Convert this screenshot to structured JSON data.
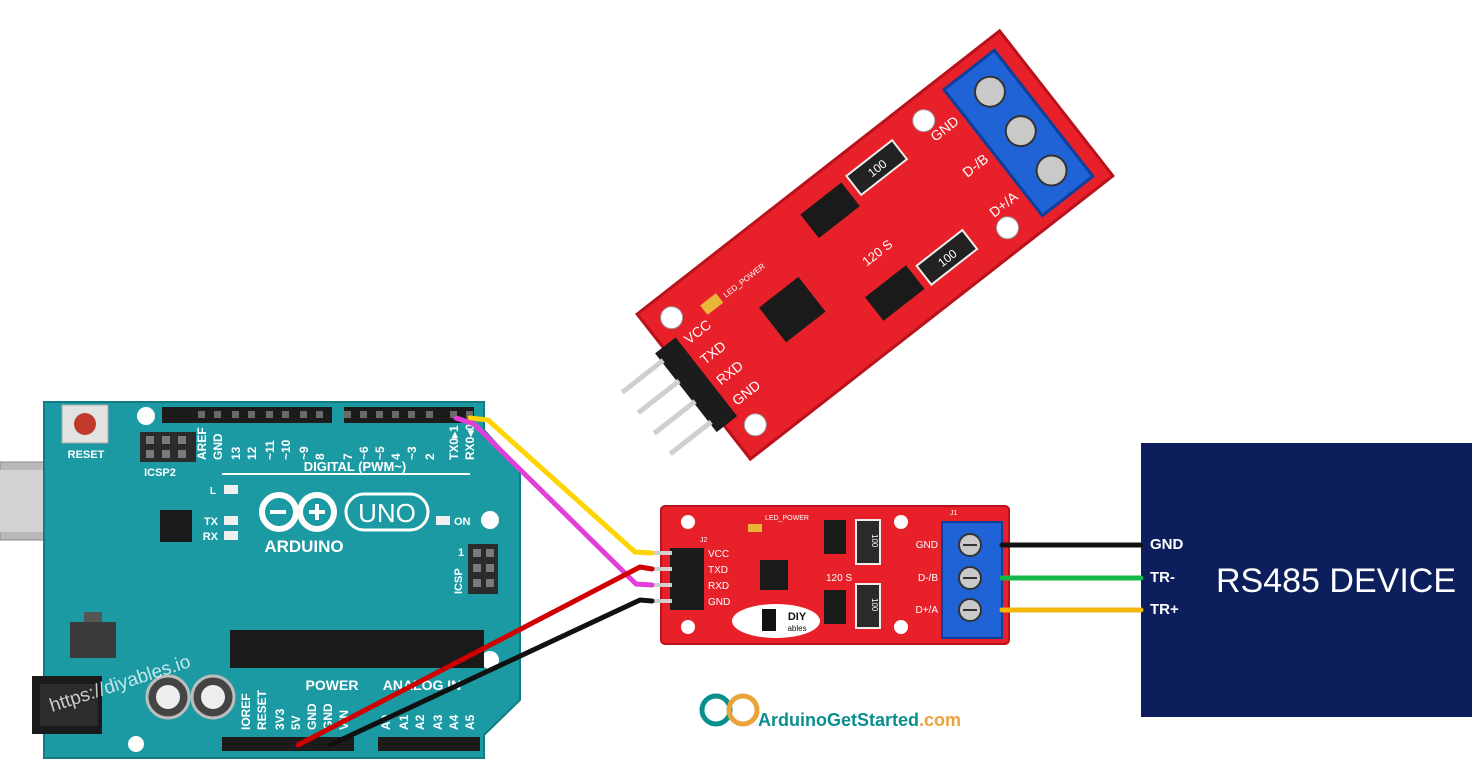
{
  "colors": {
    "arduino_board": "#1b9aa3",
    "arduino_board_dark": "#137b84",
    "module_red": "#e8202a",
    "device_navy": "#0c1f5c",
    "terminal_blue": "#1f63d6",
    "wire_yellow": "#ffd400",
    "wire_magenta": "#e040d8",
    "wire_red": "#d00000",
    "wire_black": "#111111",
    "wire_green": "#16b84a",
    "wire_gold": "#f2b705"
  },
  "arduino": {
    "reset_label": "RESET",
    "icsp2_label": "ICSP2",
    "digital_header_label": "DIGITAL (PWM~)",
    "top_pins": [
      "AREF",
      "GND",
      "13",
      "12",
      "~11",
      "~10",
      "~9",
      "8",
      "7",
      "~6",
      "~5",
      "4",
      "~3",
      "2",
      "TX0▸1",
      "RX0◂0"
    ],
    "led_l": "L",
    "led_tx": "TX",
    "led_rx": "RX",
    "logo_text": "ARDUINO",
    "uno_text": "UNO",
    "on_label": "ON",
    "icsp_label": "ICSP",
    "icsp_pin1": "1",
    "watermark": "https://diyables.io",
    "power_label": "POWER",
    "analog_label": "ANALOG IN",
    "power_pins": [
      "IOREF",
      "RESET",
      "3V3",
      "5V",
      "GND",
      "GND",
      "VIN"
    ],
    "analog_pins": [
      "A0",
      "A1",
      "A2",
      "A3",
      "A4",
      "A5"
    ]
  },
  "photo_module": {
    "pin_labels": [
      "VCC",
      "TXD",
      "RXD",
      "GND"
    ],
    "terminal_labels": [
      "GND",
      "D-/B",
      "D+/A"
    ],
    "resistor_text": "100",
    "chip_text": "120 S",
    "led_power_text": "LED_POWER"
  },
  "diagram_module": {
    "pin_labels": [
      "VCC",
      "TXD",
      "RXD",
      "GND"
    ],
    "terminal_labels": [
      "GND",
      "D-/B",
      "D+/A"
    ],
    "led_power_text": "LED_POWER",
    "resistor_text": "100",
    "chip_text": "120 S",
    "terminal_ref": "J1",
    "header_ref": "J2",
    "brand_text": "DIY",
    "brand_sub": "ables"
  },
  "device": {
    "title": "RS485 DEVICE",
    "pins": [
      "GND",
      "TR-",
      "TR+"
    ]
  },
  "footer_logo": {
    "text_main": "ArduinoGetStarted",
    "text_suffix": ".com"
  }
}
